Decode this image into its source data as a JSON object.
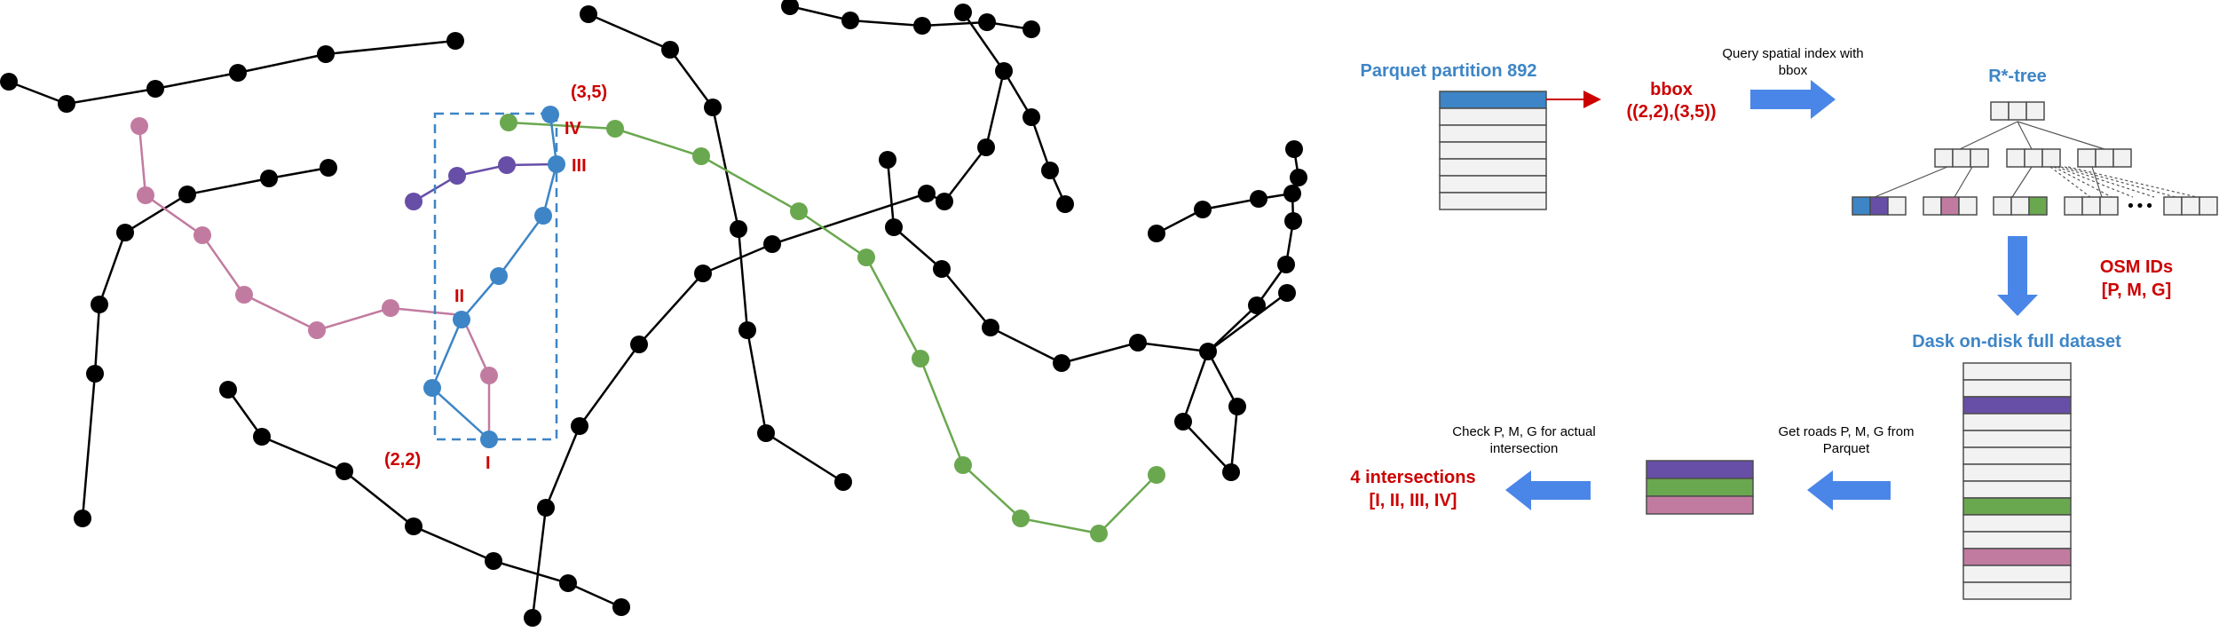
{
  "colors": {
    "road_black": "#000000",
    "road_pink": "#c27ba0",
    "road_blue": "#3d85c6",
    "road_purple": "#674ea7",
    "road_green": "#6aa84f",
    "label_red": "#cc0000",
    "label_blue": "#3d85c6",
    "arrow_blue": "#4a86e8"
  },
  "map": {
    "corner_top": "(3,5)",
    "corner_bottom": "(2,2)",
    "intersections": [
      "I",
      "II",
      "III",
      "IV"
    ]
  },
  "flow": {
    "parquet_title": "Parquet partition 892",
    "bbox_title": "bbox",
    "bbox_value": "((2,2),(3,5))",
    "query_line1": "Query spatial index with",
    "query_line2": "bbox",
    "rtree_title": "R*-tree",
    "ellipsis": "•••",
    "osm_title": "OSM IDs",
    "osm_value": "[P, M, G]",
    "dask_title": "Dask on-disk full dataset",
    "get_line1": "Get roads P, M, G from",
    "get_line2": "Parquet",
    "check_line1": "Check P, M, G for actual",
    "check_line2": "intersection",
    "result_title": "4 intersections",
    "result_value": "[I, II, III, IV]"
  }
}
